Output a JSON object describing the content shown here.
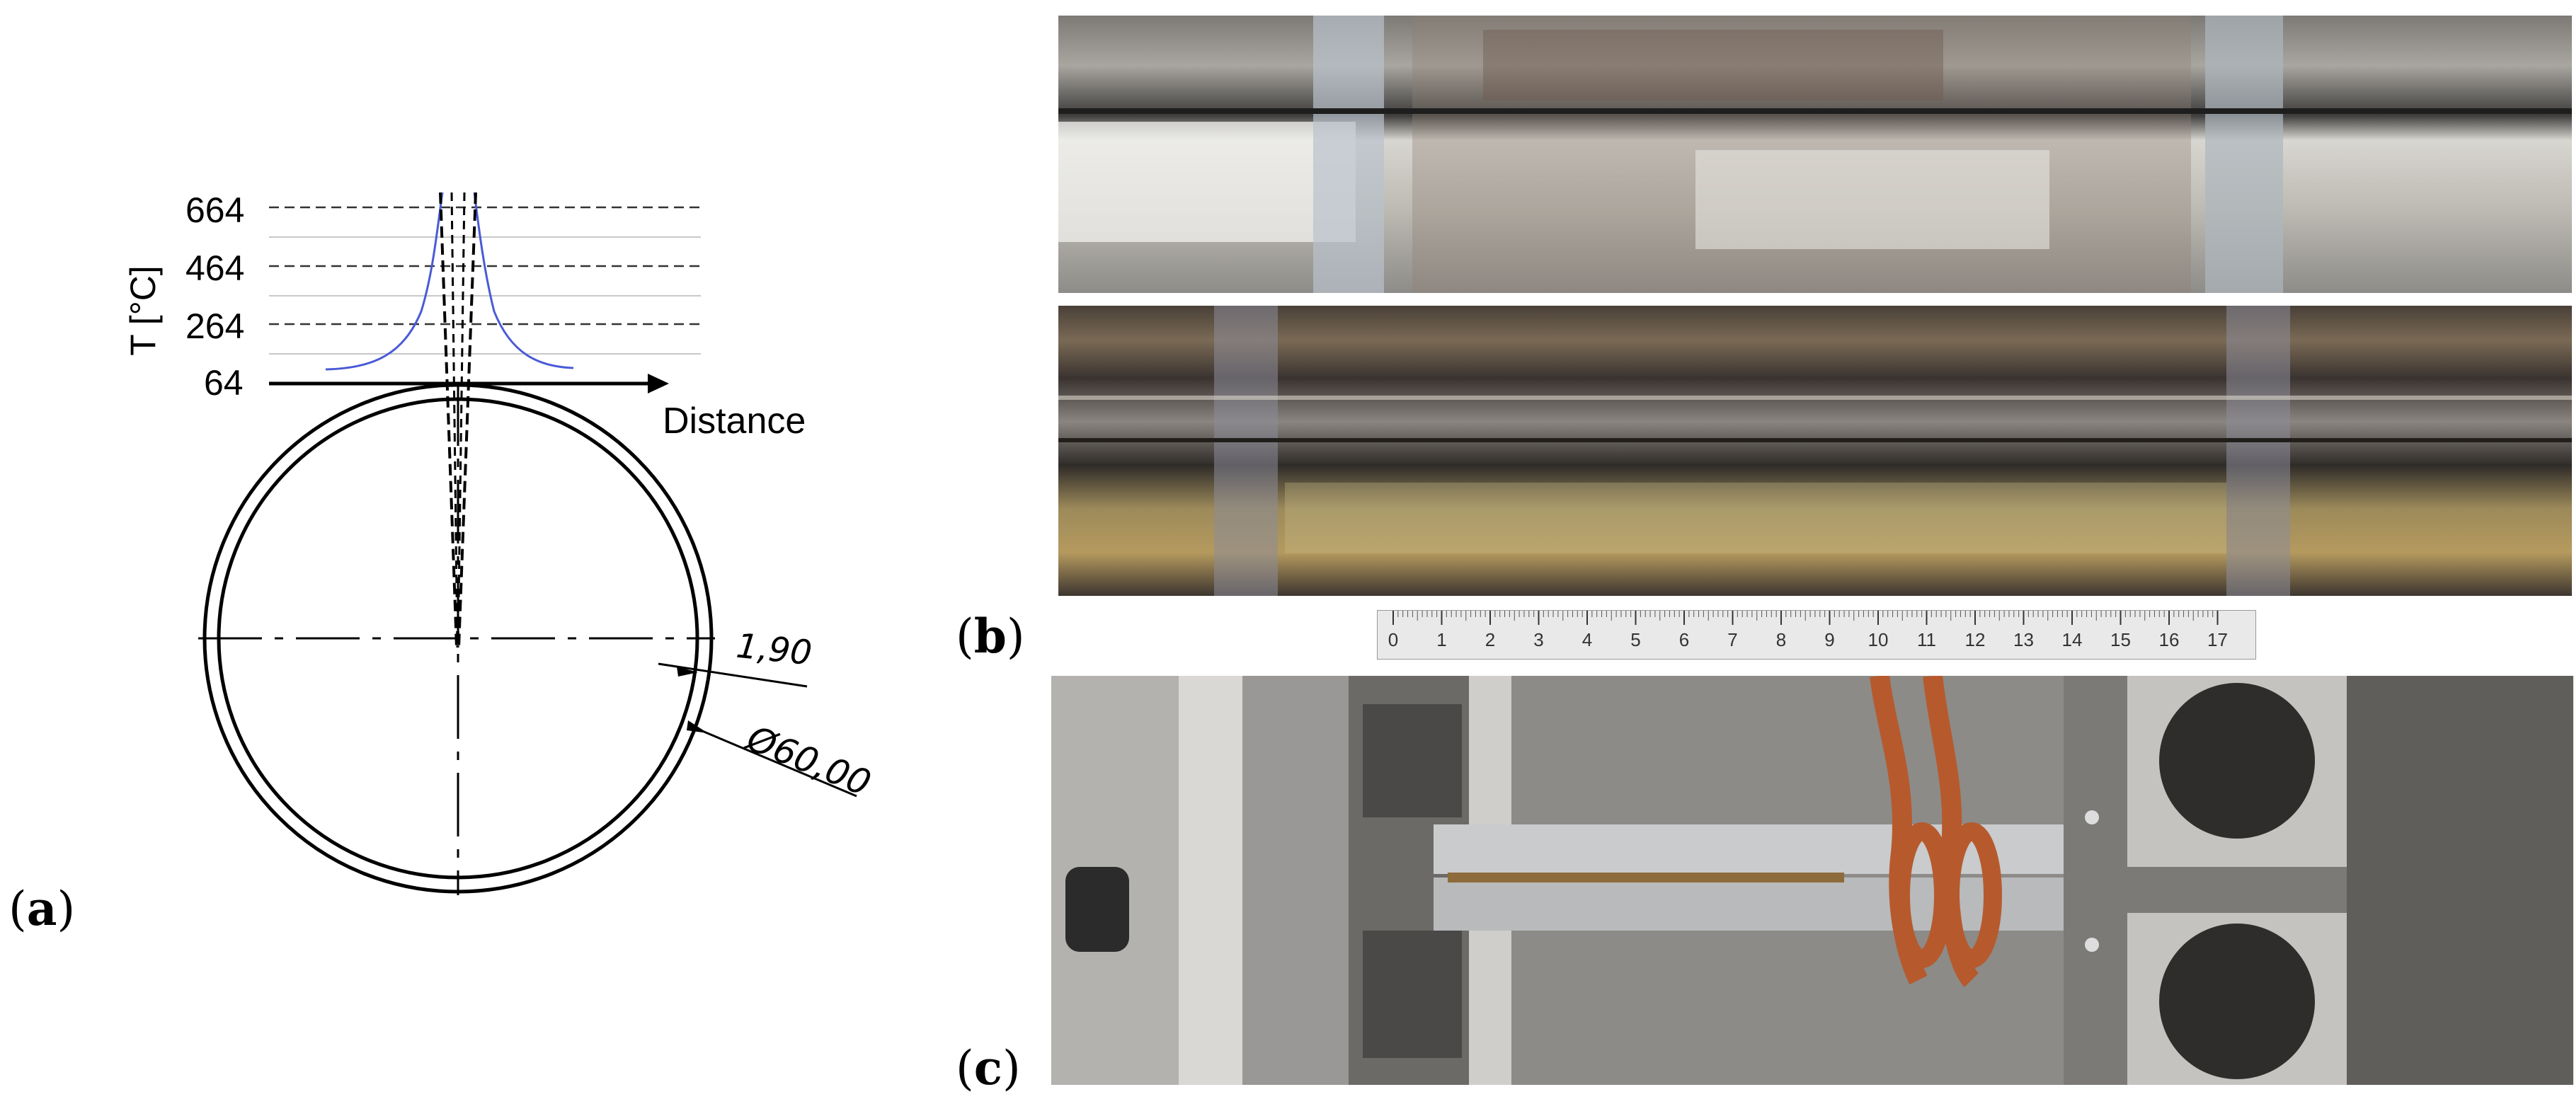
{
  "panels": {
    "a": "a",
    "b": "b",
    "c": "c"
  },
  "diagram": {
    "y_axis_label": "T [°C]",
    "y_ticks": [
      "664",
      "464",
      "264",
      "64"
    ],
    "x_axis_label": "Distance",
    "dim_thickness": "1,90",
    "dim_diameter": "Ø60,00"
  },
  "ruler": {
    "numbers": [
      "0",
      "1",
      "2",
      "3",
      "4",
      "5",
      "6",
      "7",
      "8",
      "9",
      "10",
      "11",
      "12",
      "13",
      "14",
      "15",
      "16",
      "17"
    ]
  },
  "colors": {
    "temperature_curve": "#4a5bd6",
    "copper_coil": "#b65a2e"
  },
  "photos": {
    "top_weld": "weld-bead-pipe-photo",
    "bottom_weld": "oxidized-weld-pipe-photo",
    "setup": "induction-coil-setup-photo"
  }
}
